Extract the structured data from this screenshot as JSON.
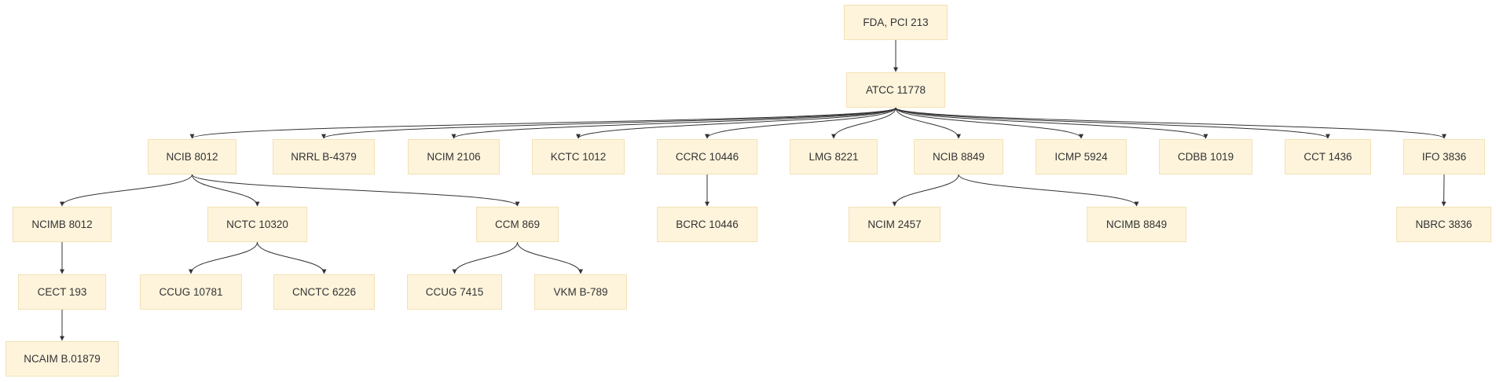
{
  "diagram": {
    "node_fill": "#fef4dc",
    "node_border": "#f3e1b6",
    "edge_color": "#333333",
    "nodes": {
      "fda": "FDA, PCI 213",
      "atcc": "ATCC 11778",
      "ncib8012": "NCIB 8012",
      "nrrl": "NRRL B-4379",
      "ncim2106": "NCIM 2106",
      "kctc": "KCTC 1012",
      "ccrc": "CCRC 10446",
      "lmg": "LMG 8221",
      "ncib8849": "NCIB 8849",
      "icmp": "ICMP 5924",
      "cdbb": "CDBB 1019",
      "cct": "CCT 1436",
      "ifo": "IFO 3836",
      "ncimb8012": "NCIMB 8012",
      "nctc": "NCTC 10320",
      "ccm": "CCM 869",
      "bcrc": "BCRC 10446",
      "ncim2457": "NCIM 2457",
      "ncimb8849": "NCIMB 8849",
      "nbrc": "NBRC 3836",
      "cect": "CECT 193",
      "ccug10781": "CCUG 10781",
      "cnctc": "CNCTC 6226",
      "ccug7415": "CCUG 7415",
      "vkm": "VKM B-789",
      "ncaim": "NCAIM B.01879"
    },
    "edges": [
      [
        "fda",
        "atcc"
      ],
      [
        "atcc",
        "ncib8012"
      ],
      [
        "atcc",
        "nrrl"
      ],
      [
        "atcc",
        "ncim2106"
      ],
      [
        "atcc",
        "kctc"
      ],
      [
        "atcc",
        "ccrc"
      ],
      [
        "atcc",
        "lmg"
      ],
      [
        "atcc",
        "ncib8849"
      ],
      [
        "atcc",
        "icmp"
      ],
      [
        "atcc",
        "cdbb"
      ],
      [
        "atcc",
        "cct"
      ],
      [
        "atcc",
        "ifo"
      ],
      [
        "ncib8012",
        "ncimb8012"
      ],
      [
        "ncib8012",
        "nctc"
      ],
      [
        "ncib8012",
        "ccm"
      ],
      [
        "ccrc",
        "bcrc"
      ],
      [
        "ncib8849",
        "ncim2457"
      ],
      [
        "ncib8849",
        "ncimb8849"
      ],
      [
        "ifo",
        "nbrc"
      ],
      [
        "ncimb8012",
        "cect"
      ],
      [
        "nctc",
        "ccug10781"
      ],
      [
        "nctc",
        "cnctc"
      ],
      [
        "ccm",
        "ccug7415"
      ],
      [
        "ccm",
        "vkm"
      ],
      [
        "cect",
        "ncaim"
      ]
    ]
  }
}
